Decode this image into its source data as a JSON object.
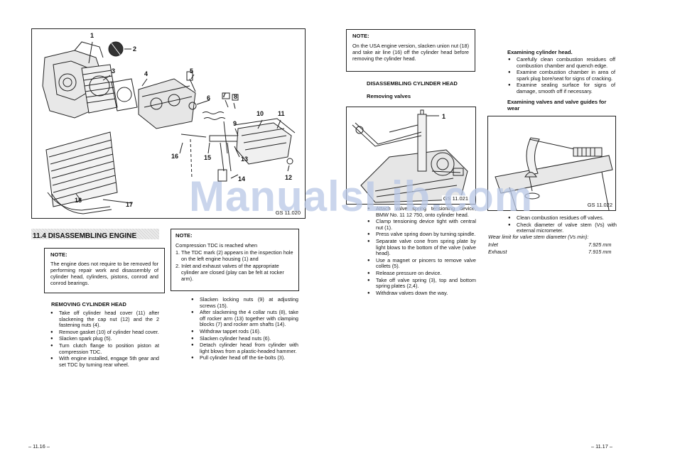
{
  "left": {
    "figure": {
      "ref": "GS 11.020",
      "callouts": [
        "1",
        "2",
        "3",
        "4",
        "5",
        "6",
        "7",
        "8",
        "9",
        "10",
        "11",
        "12",
        "13",
        "14",
        "15",
        "16",
        "17",
        "18"
      ]
    },
    "section_title": "11.4  DISASSEMBLING ENGINE",
    "note1": {
      "title": "NOTE:",
      "text": "The engine does not require to be removed for performing repair work and disassembly of cylinder head, cylinders, pistons, conrod and conrod bearings."
    },
    "removing_heading": "REMOVING CYLINDER HEAD",
    "removing_steps": [
      "Take off cylinder head cover (11) after slackening the cap nut (12) and the 2 fastening nuts (4).",
      "Remove gasket (10) of cylinder head cover.",
      "Slacken spark plug (5).",
      "Turn clutch flange to position piston at compression TDC.",
      "With engine installed, engage 5th gear and set TDC by turning rear wheel."
    ],
    "note2": {
      "title": "NOTE:",
      "intro": "Compression TDC is reached when",
      "items": [
        "1. The TDC mark (2) appears in the inspection hole on the left engine housing (1) and",
        "2. Inlet and exhaust valves of the appropriate cylinder are closed (play can be felt at rocker arm)."
      ]
    },
    "steps2": [
      "Slacken locking nuts (9) at adjusting screws (15).",
      "After slackening the 4 collar nuts (8), take off rocker arm (13) together with clamping blocks (7) and rocker arm shafts (14).",
      "Withdraw tappet rods (16).",
      "Slacken cylinder head nuts (6).",
      "Detach cylinder head from cylinder with light blows from a plastic-headed hammer.",
      "Pull cylinder head off the tie-bolts (3)."
    ],
    "page_number": "– 11.16 –"
  },
  "right": {
    "note": {
      "title": "NOTE:",
      "text": "On the USA engine version, slacken union nut (18) and take air line (16) off the cylinder head before removing the cylinder head."
    },
    "disassembling_heading": "DISASSEMBLING CYLINDER HEAD",
    "removing_valves": "Removing valves",
    "figure1": {
      "ref": "GS 11.021",
      "callout": "1"
    },
    "valve_steps": [
      "Attach valve spring tensioning device, BMW No. 11 12 750, onto cylinder head.",
      "Clamp tensioning device tight with central nut (1).",
      "Press valve spring down by turning spindle.",
      "Separate valve cone from spring plate by light blows to the bottom of the valve (valve head).",
      "Use a magnet or pincers to remove valve collets (5).",
      "Release pressure on device.",
      "Take off valve spring (3), top and bottom spring plates (2,4).",
      "Withdraw valves down the way."
    ],
    "examining_head": "Examining cylinder head.",
    "examining_steps": [
      "Carefully clean combustion residues off combustion chamber and quench edge.",
      "Examine combustion chamber in area of spark plug bore/seat for signs of cracking.",
      "Examine sealing surface for signs of damage, smooth off if necessary."
    ],
    "examining_valves": "Examining valves and valve guides for wear",
    "figure2": {
      "ref": "GS 11.022"
    },
    "valve_guide_steps": [
      "Clean combustion residues off valves.",
      "Check diameter of valve stem (Vs) with external micrometer."
    ],
    "wear_limit": "Wear limit for valve stem diameter (Vs min):",
    "inlet_label": "Inlet",
    "inlet_value": "7.925 mm",
    "exhaust_label": "Exhaust",
    "exhaust_value": "7.915 mm",
    "page_number": "– 11.17 –"
  },
  "watermark": "ManualsLib.com"
}
